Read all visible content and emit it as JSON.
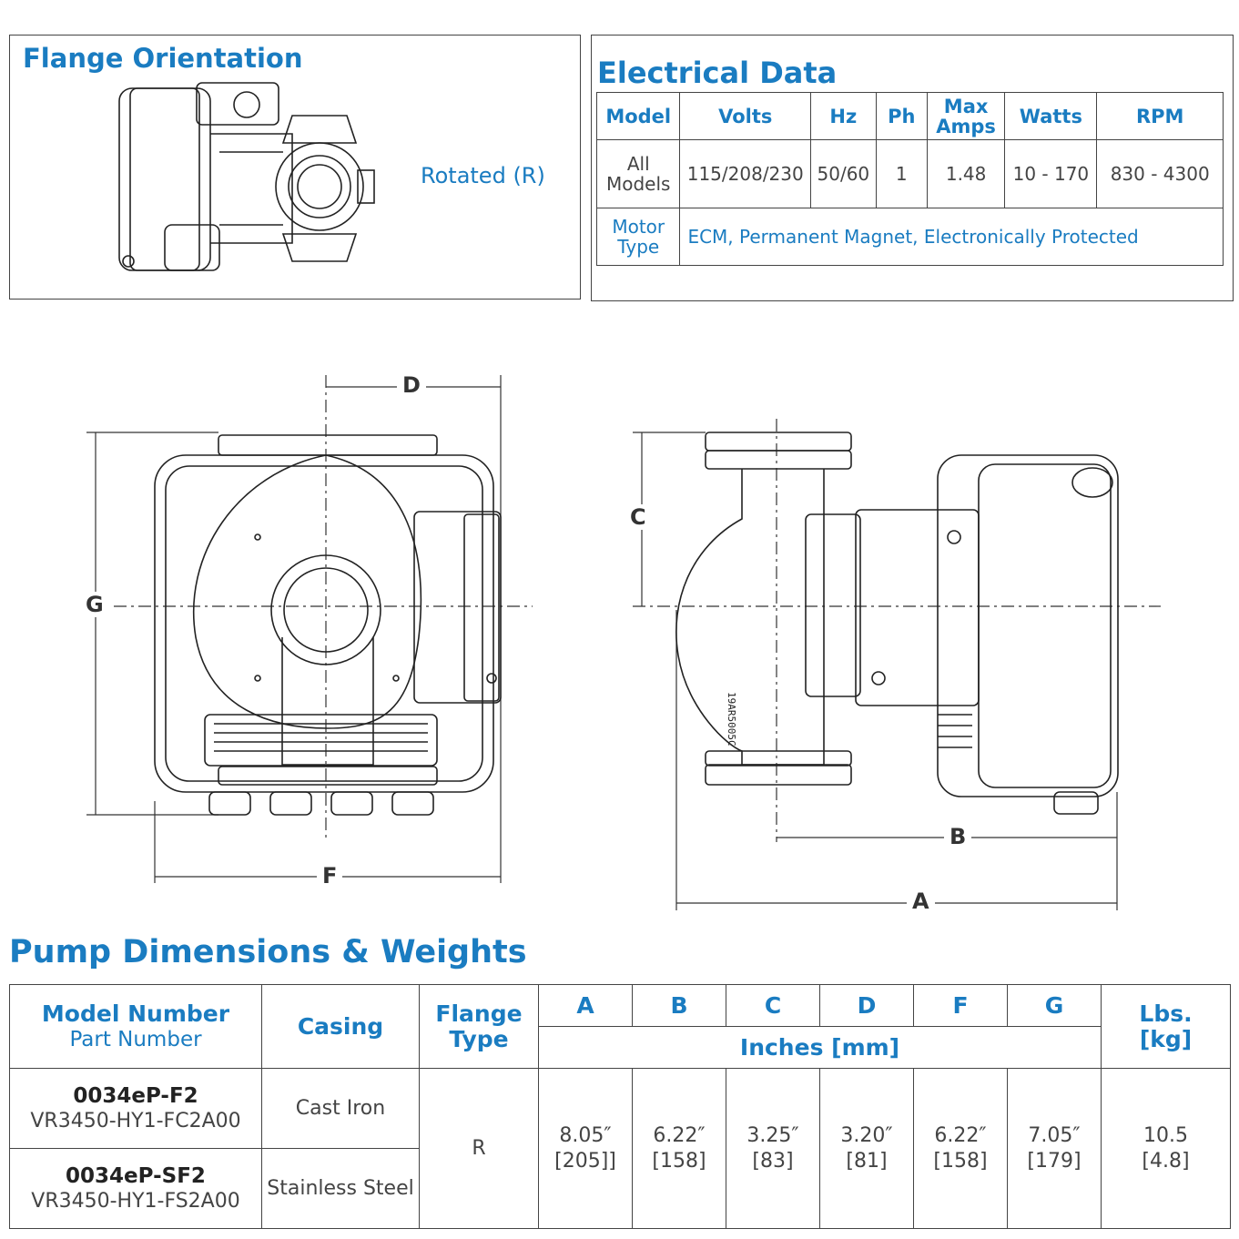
{
  "flange_panel": {
    "title": "Flange Orientation",
    "label": "Rotated (R)"
  },
  "electrical": {
    "title": "Electrical Data",
    "headers": [
      "Model",
      "Volts",
      "Hz",
      "Ph",
      "Max Amps",
      "Watts",
      "RPM"
    ],
    "header_maxamps_line1": "Max",
    "header_maxamps_line2": "Amps",
    "row": {
      "model_line1": "All",
      "model_line2": "Models",
      "volts": "115/208/230",
      "hz": "50/60",
      "ph": "1",
      "max_amps": "1.48",
      "watts": "10 - 170",
      "rpm": "830 - 4300"
    },
    "motor_type_label_line1": "Motor",
    "motor_type_label_line2": "Type",
    "motor_type_value": "ECM, Permanent Magnet, Electronically Protected"
  },
  "diagram": {
    "labels": {
      "A": "A",
      "B": "B",
      "C": "C",
      "D": "D",
      "F": "F",
      "G": "G"
    },
    "casting_text": "19AR5005C"
  },
  "dimensions": {
    "title": "Pump Dimensions & Weights",
    "header_model": "Model Number",
    "header_part": "Part Number",
    "header_casing": "Casing",
    "header_flange_line1": "Flange",
    "header_flange_line2": "Type",
    "dim_cols": [
      "A",
      "B",
      "C",
      "D",
      "F",
      "G"
    ],
    "units": "Inches [mm]",
    "header_lbs_line1": "Lbs.",
    "header_lbs_line2": "[kg]",
    "rows": [
      {
        "model": "0034eP-F2",
        "part": "VR3450-HY1-FC2A00",
        "casing": "Cast Iron"
      },
      {
        "model": "0034eP-SF2",
        "part": "VR3450-HY1-FS2A00",
        "casing": "Stainless Steel"
      }
    ],
    "flange_type": "R",
    "values": [
      {
        "in": "8.05″",
        "mm": "[205]]"
      },
      {
        "in": "6.22″",
        "mm": "[158]"
      },
      {
        "in": "3.25″",
        "mm": "[83]"
      },
      {
        "in": "3.20″",
        "mm": "[81]"
      },
      {
        "in": "6.22″",
        "mm": "[158]"
      },
      {
        "in": "7.05″",
        "mm": "[179]"
      }
    ],
    "weight": {
      "lbs": "10.5",
      "kg": "[4.8]"
    }
  }
}
